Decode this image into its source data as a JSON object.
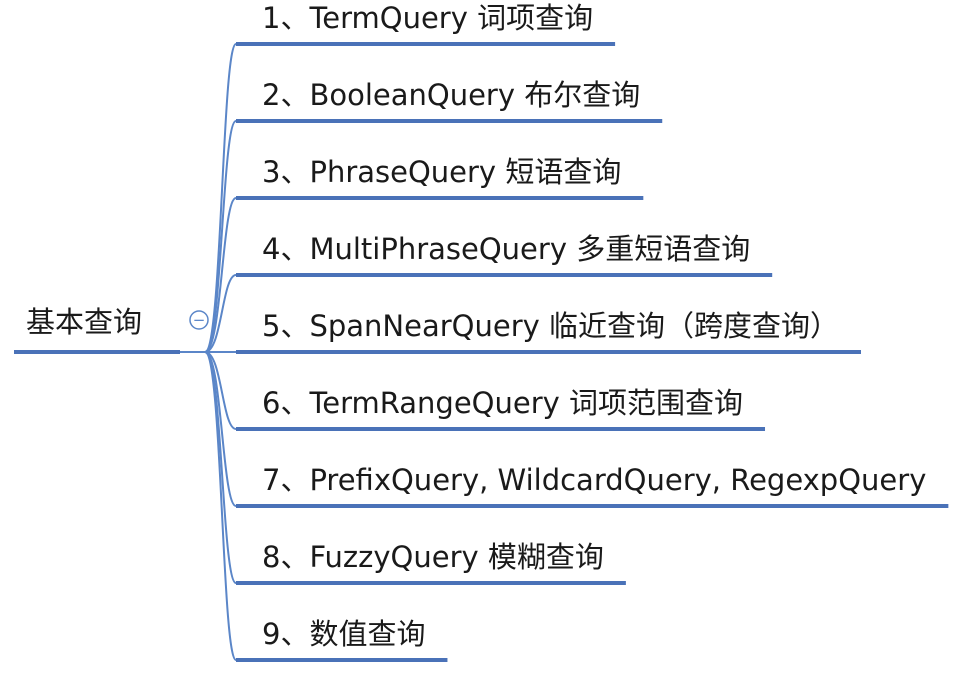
{
  "root": {
    "label": "基本查询",
    "toggle_symbol": "−"
  },
  "branches": [
    {
      "label": "1、TermQuery  词项查询"
    },
    {
      "label": "2、BooleanQuery 布尔查询"
    },
    {
      "label": "3、PhraseQuery 短语查询"
    },
    {
      "label": "4、MultiPhraseQuery 多重短语查询"
    },
    {
      "label": "5、SpanNearQuery 临近查询（跨度查询）"
    },
    {
      "label": "6、TermRangeQuery 词项范围查询"
    },
    {
      "label": "7、PrefixQuery, WildcardQuery, RegexpQuery"
    },
    {
      "label": "8、FuzzyQuery 模糊查询"
    },
    {
      "label": "9、数值查询"
    }
  ],
  "colors": {
    "line": "#5b86c8",
    "underline": "#4a72b8",
    "text": "#1a1a1a"
  }
}
